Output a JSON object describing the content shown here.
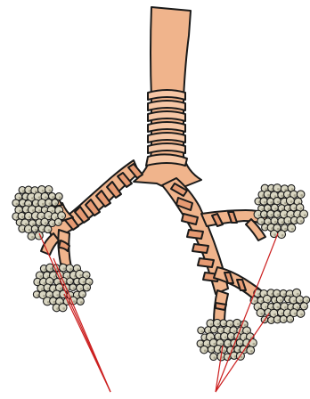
{
  "diagram": {
    "subject": "bronchial-tree-with-alveoli",
    "labels": [],
    "colors": {
      "tissue": "#f0b48c",
      "tissue_dark": "#e69a72",
      "ring_highlight": "#f6c7a6",
      "outline": "#1a1a1a",
      "alveoli_fill": "#d9d6c2",
      "alveoli_shadow": "#a9a58f",
      "pointer_lines": "#cc1f1f"
    },
    "pointer_groups": [
      {
        "name": "left-alveoli-pointers",
        "count": 3
      },
      {
        "name": "right-alveoli-pointers",
        "count": 3
      }
    ]
  }
}
